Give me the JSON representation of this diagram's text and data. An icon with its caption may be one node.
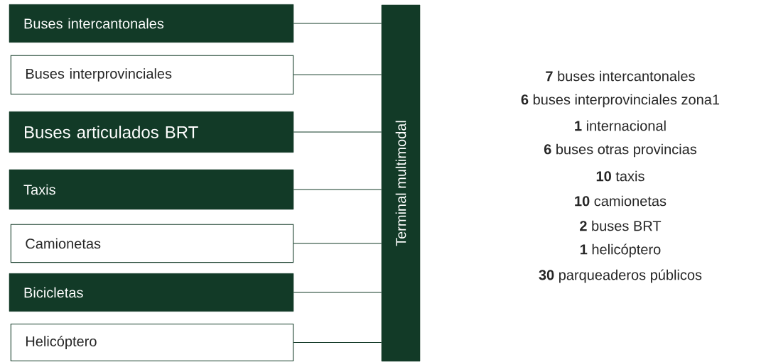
{
  "diagram": {
    "nodes": [
      {
        "text": [
          "Buses intercantonales"
        ]
      },
      {
        "text": [
          "Buses interprovinciales"
        ]
      },
      {
        "text": [
          "Buses articulados BRT"
        ]
      },
      {
        "text": [
          "Taxis"
        ]
      },
      {
        "text": [
          "Camionetas"
        ]
      },
      {
        "text": [
          "Bicicletas"
        ]
      },
      {
        "text": [
          "Helicóptero"
        ]
      },
      {
        "text": [
          "Terminal  multimodal"
        ]
      }
    ],
    "edges": [
      {
        "from": 0,
        "to": 7,
        "arrow": "none"
      },
      {
        "from": 1,
        "to": 7,
        "arrow": "none"
      },
      {
        "from": 2,
        "to": 7,
        "arrow": "none"
      },
      {
        "from": 3,
        "to": 7,
        "arrow": "none"
      },
      {
        "from": 4,
        "to": 7,
        "arrow": "none"
      },
      {
        "from": 5,
        "to": 7,
        "arrow": "none"
      },
      {
        "from": 6,
        "to": 7,
        "arrow": "none"
      }
    ],
    "labels": [
      "**7**  buses intercantonales",
      "**6** buses interprovinciales zona1",
      "**1** internacional",
      "**6** buses otras provincias",
      "**10**  taxis",
      "**10**  camionetas",
      "**2**    buses BRT",
      "**1**    helicóptero",
      "**30**  parqueaderos públicos"
    ]
  }
}
